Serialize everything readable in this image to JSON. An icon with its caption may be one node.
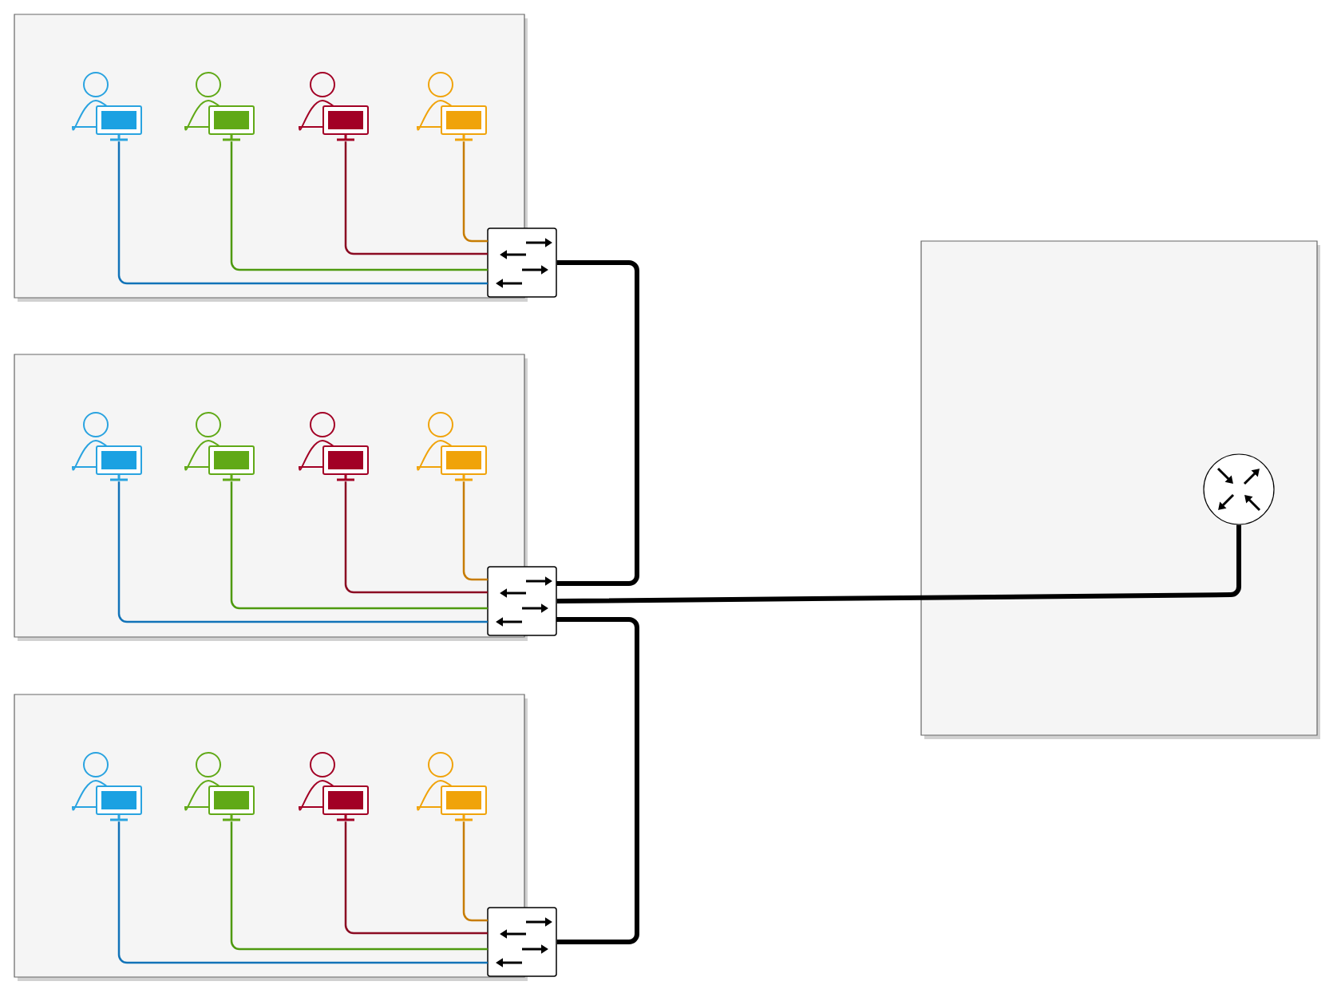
{
  "diagram": {
    "nodes": [
      {
        "text": [],
        "shape": "box"
      },
      {
        "text": [],
        "shape": "person",
        "in": 0
      },
      {
        "text": [],
        "shape": "person",
        "in": 0
      },
      {
        "text": [],
        "shape": "person",
        "in": 0
      },
      {
        "text": [],
        "shape": "person",
        "in": 0
      },
      {
        "text": [],
        "shape": "switch"
      },
      {
        "text": [],
        "shape": "box"
      },
      {
        "text": [],
        "shape": "person",
        "in": 6
      },
      {
        "text": [],
        "shape": "person",
        "in": 6
      },
      {
        "text": [],
        "shape": "person",
        "in": 6
      },
      {
        "text": [],
        "shape": "person",
        "in": 6
      },
      {
        "text": [],
        "shape": "switch"
      },
      {
        "text": [],
        "shape": "box"
      },
      {
        "text": [],
        "shape": "person",
        "in": 12
      },
      {
        "text": [],
        "shape": "person",
        "in": 12
      },
      {
        "text": [],
        "shape": "person",
        "in": 12
      },
      {
        "text": [],
        "shape": "person",
        "in": 12
      },
      {
        "text": [],
        "shape": "switch"
      },
      {
        "text": [],
        "shape": "box"
      },
      {
        "text": [],
        "shape": "circle",
        "in": 18
      }
    ],
    "edges": [
      {
        "from": 1,
        "to": 5,
        "arrow": "none",
        "color": "#1173b8"
      },
      {
        "from": 2,
        "to": 5,
        "arrow": "none",
        "color": "#4e9a0f"
      },
      {
        "from": 3,
        "to": 5,
        "arrow": "none",
        "color": "#8b0b22"
      },
      {
        "from": 4,
        "to": 5,
        "arrow": "none",
        "color": "#c77c02"
      },
      {
        "from": 7,
        "to": 11,
        "arrow": "none",
        "color": "#1173b8"
      },
      {
        "from": 8,
        "to": 11,
        "arrow": "none",
        "color": "#4e9a0f"
      },
      {
        "from": 9,
        "to": 11,
        "arrow": "none",
        "color": "#8b0b22"
      },
      {
        "from": 10,
        "to": 11,
        "arrow": "none",
        "color": "#c77c02"
      },
      {
        "from": 13,
        "to": 17,
        "arrow": "none",
        "color": "#1173b8"
      },
      {
        "from": 14,
        "to": 17,
        "arrow": "none",
        "color": "#4e9a0f"
      },
      {
        "from": 15,
        "to": 17,
        "arrow": "none",
        "color": "#8b0b22"
      },
      {
        "from": 16,
        "to": 17,
        "arrow": "none",
        "color": "#c77c02"
      },
      {
        "from": 5,
        "to": 11,
        "arrow": "none",
        "color": "#000000",
        "style": "thick"
      },
      {
        "from": 17,
        "to": 11,
        "arrow": "none",
        "color": "#000000",
        "style": "thick"
      },
      {
        "from": 11,
        "to": 19,
        "arrow": "none",
        "color": "#000000",
        "style": "thick"
      }
    ]
  }
}
